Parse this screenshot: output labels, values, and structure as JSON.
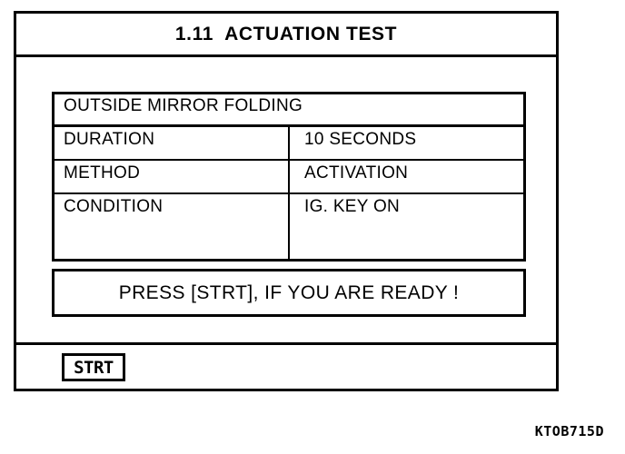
{
  "screen": {
    "title": "1.11  ACTUATION TEST"
  },
  "info_table": {
    "header": "OUTSIDE MIRROR FOLDING",
    "rows": [
      {
        "label": "DURATION",
        "value": "10 SECONDS"
      },
      {
        "label": "METHOD",
        "value": "ACTIVATION"
      },
      {
        "label": "CONDITION",
        "value": "IG. KEY ON"
      }
    ]
  },
  "prompt": {
    "message": "PRESS [STRT], IF YOU ARE READY !"
  },
  "softkeys": [
    {
      "label": "STRT"
    }
  ],
  "caption": {
    "code": "KTOB715D"
  },
  "colors": {
    "ink": "#000000",
    "background": "#ffffff"
  }
}
